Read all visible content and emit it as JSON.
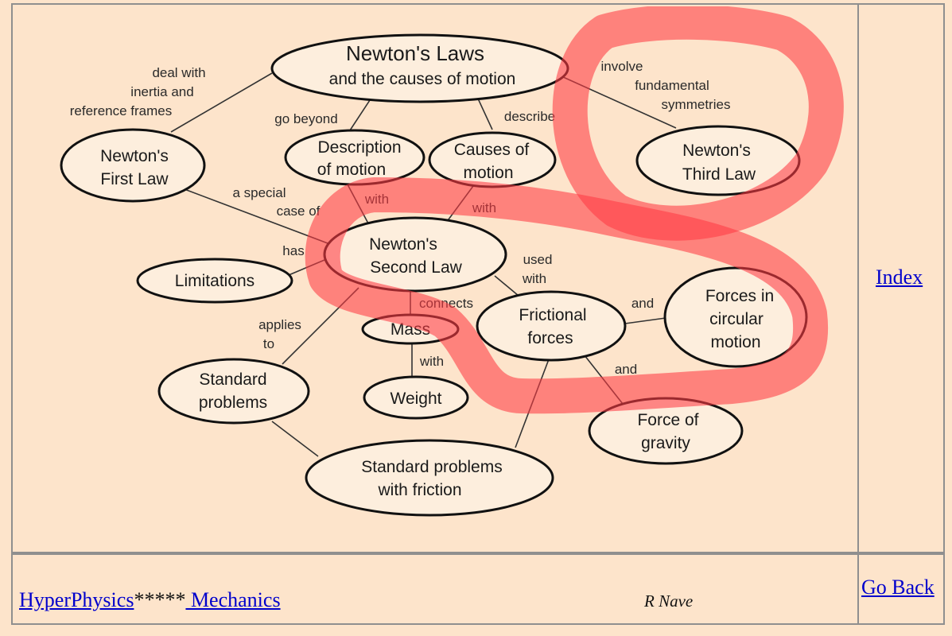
{
  "concept_map": {
    "nodes": {
      "laws": {
        "line1": "Newton's Laws",
        "line2": "and the causes of motion"
      },
      "first": {
        "line1": "Newton's",
        "line2": "First Law"
      },
      "description": {
        "line1": "Description",
        "line2": "of motion"
      },
      "causes": {
        "line1": "Causes of",
        "line2": "motion"
      },
      "third": {
        "line1": "Newton's",
        "line2": "Third Law"
      },
      "second": {
        "line1": "Newton's",
        "line2": "Second Law"
      },
      "limitations": {
        "line1": "Limitations"
      },
      "mass": {
        "line1": "Mass"
      },
      "weight": {
        "line1": "Weight"
      },
      "frictional": {
        "line1": "Frictional",
        "line2": "forces"
      },
      "circular": {
        "line1": "Forces in",
        "line2": "circular",
        "line3": "motion"
      },
      "standard": {
        "line1": "Standard",
        "line2": "problems"
      },
      "gravity": {
        "line1": "Force of",
        "line2": "gravity"
      },
      "std_friction": {
        "line1": "Standard problems",
        "line2": "with friction"
      }
    },
    "links": {
      "deal_with": {
        "line1": "deal with",
        "line2": "inertia and",
        "line3": "reference frames"
      },
      "go_beyond": "go beyond",
      "describe": "describe",
      "involve": {
        "line1": "involve",
        "line2": "fundamental",
        "line3": "symmetries"
      },
      "special_case": {
        "line1": "a special",
        "line2": "case of"
      },
      "with_desc": "with",
      "with_causes": "with",
      "has": "has",
      "used_with": {
        "line1": "used",
        "line2": "with"
      },
      "connects": "connects",
      "applies_to": {
        "line1": "applies",
        "line2": "to"
      },
      "with_mass": "with",
      "and_circular": "and",
      "and_gravity": "and"
    },
    "highlight_color": "#ff3b43"
  },
  "sidebar": {
    "index_label": "Index"
  },
  "footer": {
    "hyperphysics_label": "HyperPhysics",
    "stars": "*****",
    "mechanics_label": " Mechanics",
    "author": "R Nave",
    "go_back_label": "Go Back"
  }
}
